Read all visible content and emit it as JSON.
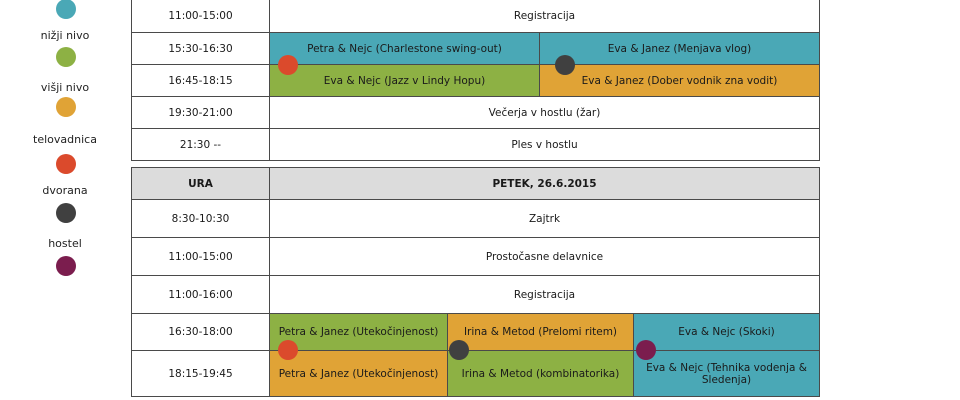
{
  "legend": [
    {
      "label": "",
      "color": "#4aa8b6",
      "icon": "blue-dot-icon"
    },
    {
      "label": "nižji nivo",
      "color": "#8db144",
      "icon": "green-dot-icon"
    },
    {
      "label": "višji nivo",
      "color": "#e0a336",
      "icon": "orange-dot-icon"
    },
    {
      "label": "telovadnica",
      "color": "#db4a2c",
      "icon": "red-dot-icon"
    },
    {
      "label": "dvorana",
      "color": "#404040",
      "icon": "gray-dot-icon"
    },
    {
      "label": "hostel",
      "color": "#7b1d4e",
      "icon": "purple-dot-icon"
    }
  ],
  "table1": {
    "rows": [
      {
        "time": "11:00-15:00",
        "event": "Registracija"
      },
      {
        "time": "15:30-16:30",
        "left": "Petra & Nejc (Charlestone swing-out)",
        "right": "Eva & Janez (Menjava vlog)"
      },
      {
        "time": "16:45-18:15",
        "left": "Eva & Nejc (Jazz v Lindy Hopu)",
        "right": "Eva & Janez (Dober vodnik zna vodit)"
      },
      {
        "time": "19:30-21:00",
        "event": "Večerja v hostlu (žar)"
      },
      {
        "time": "21:30 --",
        "event": "Ples v hostlu"
      }
    ]
  },
  "table2": {
    "header": {
      "time": "URA",
      "day": "PETEK, 26.6.2015"
    },
    "rows": [
      {
        "time": "8:30-10:30",
        "event": "Zajtrk"
      },
      {
        "time": "11:00-15:00",
        "event": "Prostočasne delavnice"
      },
      {
        "time": "11:00-16:00",
        "event": "Registracija"
      },
      {
        "time": "16:30-18:00",
        "a": "Petra & Janez (Utekočinjenost)",
        "b": "Irina & Metod (Prelomi ritem)",
        "c": "Eva & Nejc (Skoki)"
      },
      {
        "time": "18:15-19:45",
        "a": "Petra & Janez (Utekočinjenost)",
        "b": "Irina & Metod (kombinatorika)",
        "c": "Eva & Nejc (Tehnika vodenja & Sledenja)"
      }
    ]
  },
  "colors": {
    "blue": "#4aa8b6",
    "green": "#8db144",
    "orange": "#e0a336",
    "red": "#db4a2c",
    "gray": "#404040",
    "purple": "#7b1d4e",
    "header_bg": "#dcdcdc"
  }
}
